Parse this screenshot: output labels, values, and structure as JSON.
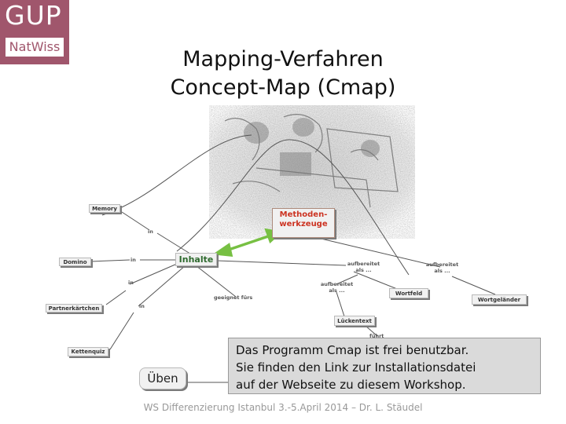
{
  "logo": {
    "top": "GUP",
    "bottom": "NatWiss"
  },
  "title": {
    "line1": "Mapping-Verfahren",
    "line2": "Concept-Map (Cmap)"
  },
  "photo": {
    "description_icon": "classroom-photo"
  },
  "cmap": {
    "nodes": {
      "memory": "Memory",
      "domino": "Domino",
      "partnerkaertchen": "Partnerkärtchen",
      "kettenquiz": "Kettenquiz",
      "inhalte": "Inhalte",
      "methoden_line1": "Methoden-",
      "methoden_line2": "werkzeuge",
      "wortfeld": "Wortfeld",
      "wortgelaender": "Wortgeländer",
      "lueckentext": "Lückentext",
      "ueben": "Üben"
    },
    "links": {
      "in1": "in",
      "in2": "in",
      "in3": "in",
      "in4": "in",
      "aufbereitet1": "aufbereitet als ...",
      "aufbereitet2": "aufbereitet als ...",
      "aufbereitet3": "aufbereitet als ...",
      "geeignet": "geeignet fürs",
      "fuehrt": "führt"
    }
  },
  "info": {
    "line1": "Das Programm Cmap ist frei benutzbar.",
    "line2": "Sie finden den Link zur Installationsdatei",
    "line3": "auf der Webseite zu diesem Workshop."
  },
  "footer": "WS Differenzierung Istanbul 3.-5.April 2014 – Dr. L. Stäudel",
  "colors": {
    "logo_bg": "#a0566c",
    "main_node_text": "#2f6a2f",
    "method_text": "#cc3322",
    "arrow_green": "#77c043"
  }
}
